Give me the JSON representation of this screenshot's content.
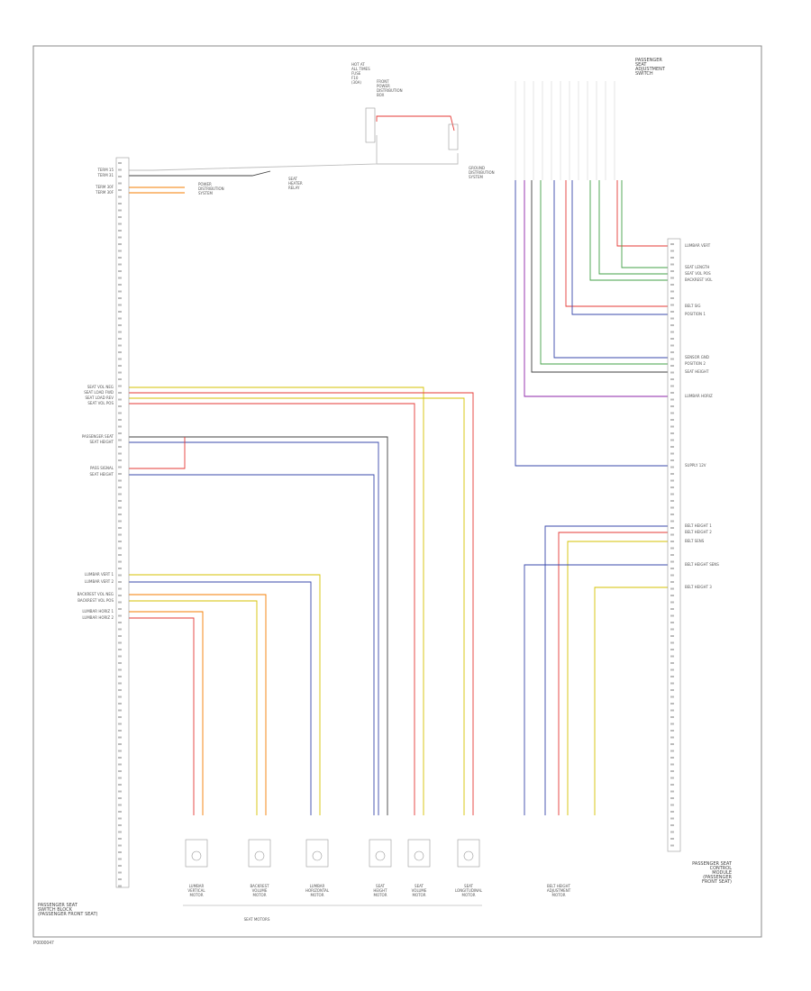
{
  "page_id": "P0000047",
  "colors": {
    "frame": "#888888",
    "connector": "#999999",
    "wire_red": "#e53935",
    "wire_blue": "#3949ab",
    "wire_yellow": "#d4c200",
    "wire_green": "#43a047",
    "wire_orange": "#f57c00",
    "wire_violet": "#8e24aa",
    "wire_brown": "#8d6e63",
    "wire_white": "#bdbdbd",
    "wire_black": "#424242"
  },
  "labels": {
    "left_module": [
      "PASSENGER SEAT",
      "SWITCH BLOCK",
      "(PASSENGER FRONT SEAT)"
    ],
    "right_module": [
      "PASSENGER SEAT",
      "CONTROL",
      "MODULE",
      "(PASSENGER",
      "FRONT SEAT)"
    ],
    "fuse_box": [
      "HOT AT",
      "ALL TIMES",
      "FUSE",
      "F10",
      "(30A)"
    ],
    "fuse_block": [
      "FRONT",
      "POWER",
      "DISTRIBUTION",
      "BOX"
    ],
    "power_dist": [
      "POWER",
      "DISTRIBUTION",
      "SYSTEM"
    ],
    "ground_dist": [
      "GROUND",
      "DISTRIBUTION",
      "SYSTEM"
    ],
    "seat_heater": [
      "SEAT",
      "HEATER",
      "RELAY"
    ],
    "top_right_module": [
      "PASSENGER",
      "SEAT",
      "ADJUSTMENT",
      "SWITCH"
    ],
    "seat_caption": "SEAT MOTORS",
    "belt_caption": [
      "BELT HEIGHT",
      "ADJUSTMENT",
      "MOTOR"
    ]
  },
  "left_top_pins": [
    "TERM 15",
    "TERM 31",
    "TERM 30F",
    "TERM 30F"
  ],
  "left_mid_pins": [
    "SEAT VOL NEG",
    "SEAT LOAD FWD",
    "SEAT LOAD REV",
    "SEAT VOL POS",
    "PASSENGER SEAT",
    "SEAT HEIGHT",
    "PASS SIGNAL",
    "SEAT HEIGHT"
  ],
  "left_low_pins": [
    "LUMBAR VERT 1",
    "LUMBAR VERT 2",
    "BACKREST VOL NEG",
    "BACKREST VOL POS",
    "LUMBAR HORIZ 1",
    "LUMBAR HORIZ 2"
  ],
  "right_top_pins": [
    "LUMBAR VERT",
    "SEAT LENGTH",
    "SEAT VOL POS",
    "BACKREST VOL",
    "BELT SIG",
    "POSITION 1",
    "SENSOR GND",
    "POSITION 2",
    "SEAT HEIGHT",
    "LUMBAR HORIZ",
    "SUPPLY 12V"
  ],
  "right_low_pins": [
    "BELT HEIGHT 1",
    "BELT HEIGHT 2",
    "BELT SENS",
    "BELT HEIGHT SENS",
    "BELT HEIGHT 3"
  ],
  "motors": [
    [
      "LUMBAR",
      "VERTICAL",
      "MOTOR"
    ],
    [
      "BACKREST",
      "VOLUME",
      "MOTOR"
    ],
    [
      "LUMBAR",
      "HORIZONTAL",
      "MOTOR"
    ],
    [
      "SEAT",
      "HEIGHT",
      "MOTOR"
    ],
    [
      "SEAT",
      "VOLUME",
      "MOTOR"
    ],
    [
      "SEAT",
      "LONGITUDINAL",
      "MOTOR"
    ]
  ]
}
